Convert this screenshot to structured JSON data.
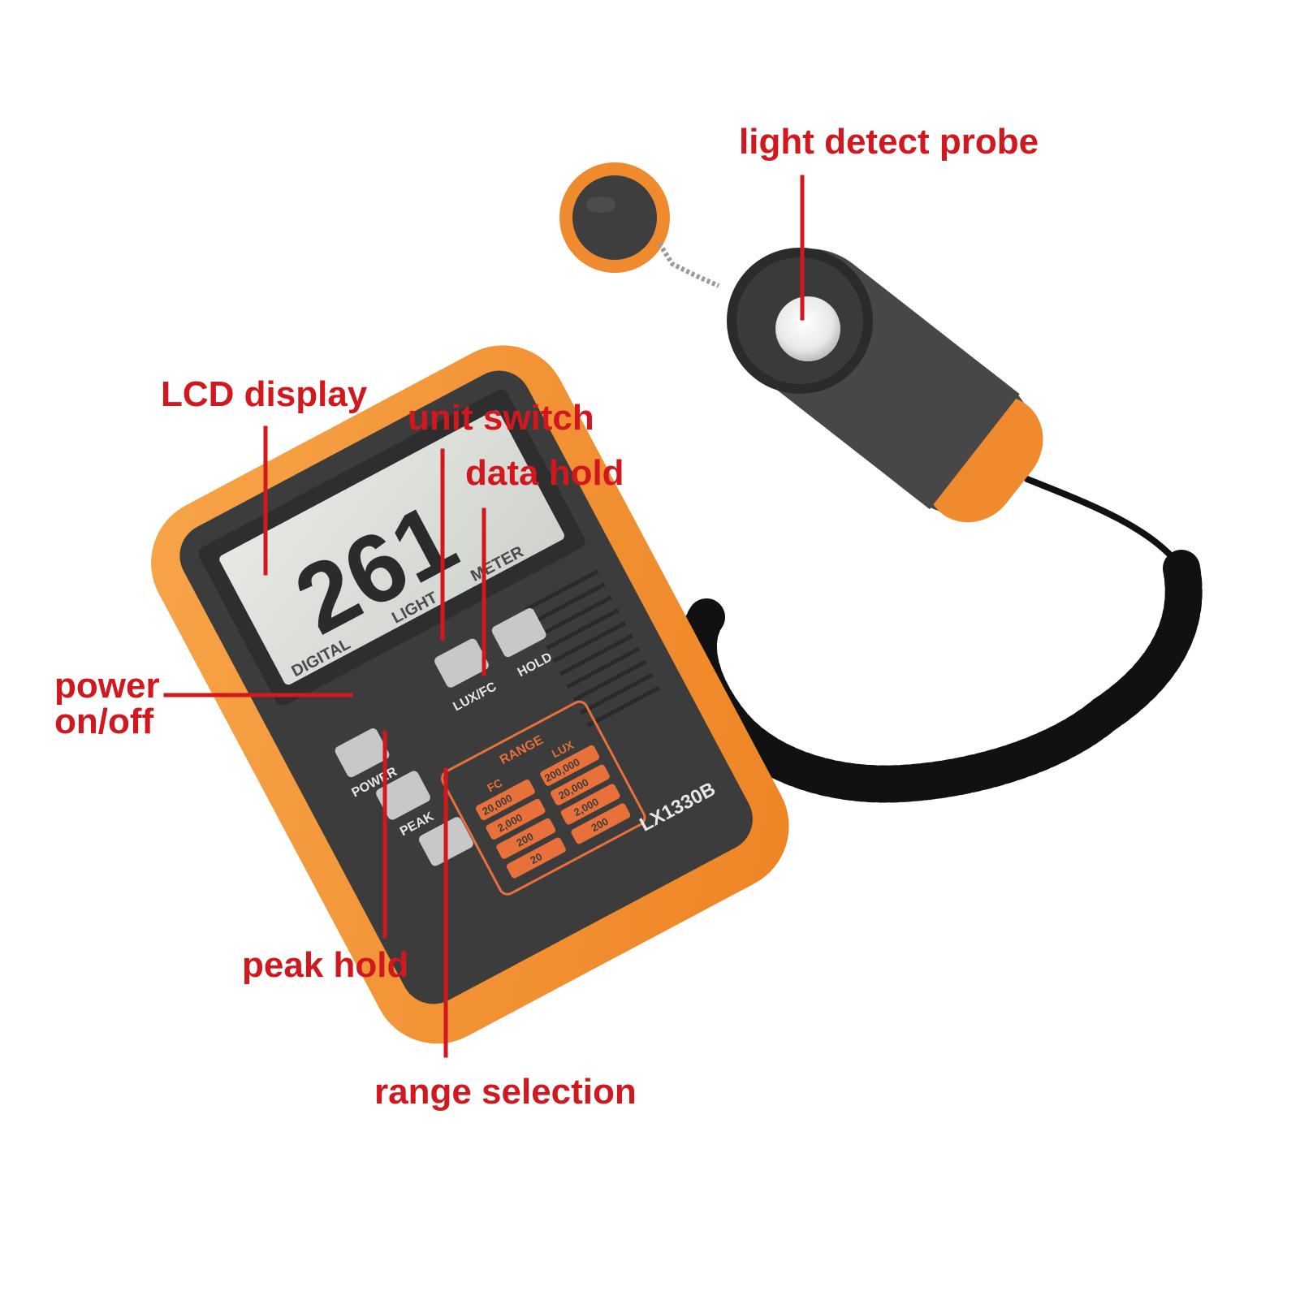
{
  "callouts": {
    "light_detect_probe": "light detect probe",
    "lcd_display": "LCD display",
    "unit_switch": "unit switch",
    "data_hold": "data hold",
    "power_on_off_line1": "power",
    "power_on_off_line2": "on/off",
    "peak_hold": "peak hold",
    "range_selection": "range selection"
  },
  "device": {
    "lcd_reading": "261",
    "lcd_caption_1": "DIGITAL",
    "lcd_caption_2": "LIGHT",
    "lcd_caption_3": "METER",
    "model": "LX1330B",
    "buttons": {
      "power": "POWER",
      "peak": "PEAK",
      "lux_fc": "LUX/FC",
      "hold": "HOLD"
    },
    "range_panel": {
      "title": "RANGE",
      "fc_header": "FC",
      "lux_header": "LUX",
      "fc_values": [
        "20,000",
        "2,000",
        "200",
        "20"
      ],
      "lux_values": [
        "200,000",
        "20,000",
        "2,000",
        "200"
      ]
    }
  },
  "colors": {
    "callout_red": "#d0181e",
    "body_orange": "#f39332",
    "body_dark": "#3a3a3a",
    "lcd_gray": "#d8dad6",
    "range_orange": "#e8703a"
  }
}
